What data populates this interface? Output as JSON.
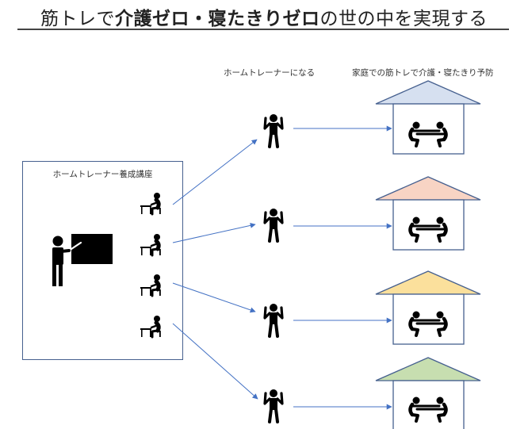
{
  "title": {
    "part1": "筋トレで",
    "part2": "介護ゼロ・寝たきりゼロ",
    "part3": "の世の中を実現する"
  },
  "labels": {
    "trainer_column": "ホームトレーナーになる",
    "home_column": "家庭での筋トレで介護・寝たきり予防",
    "course": "ホームトレーナー養成講座"
  },
  "colors": {
    "arrow": "#4472c4",
    "box_border": "#46608f",
    "roofs": [
      "#d6e0f0",
      "#f8d4c4",
      "#fbe09c",
      "#c7deb0"
    ]
  },
  "icons": {
    "teacher": "teacher-icon",
    "student": "student-desk-icon",
    "trainer": "trainer-icon",
    "pair": "pair-training-icon",
    "house": "house-icon"
  }
}
